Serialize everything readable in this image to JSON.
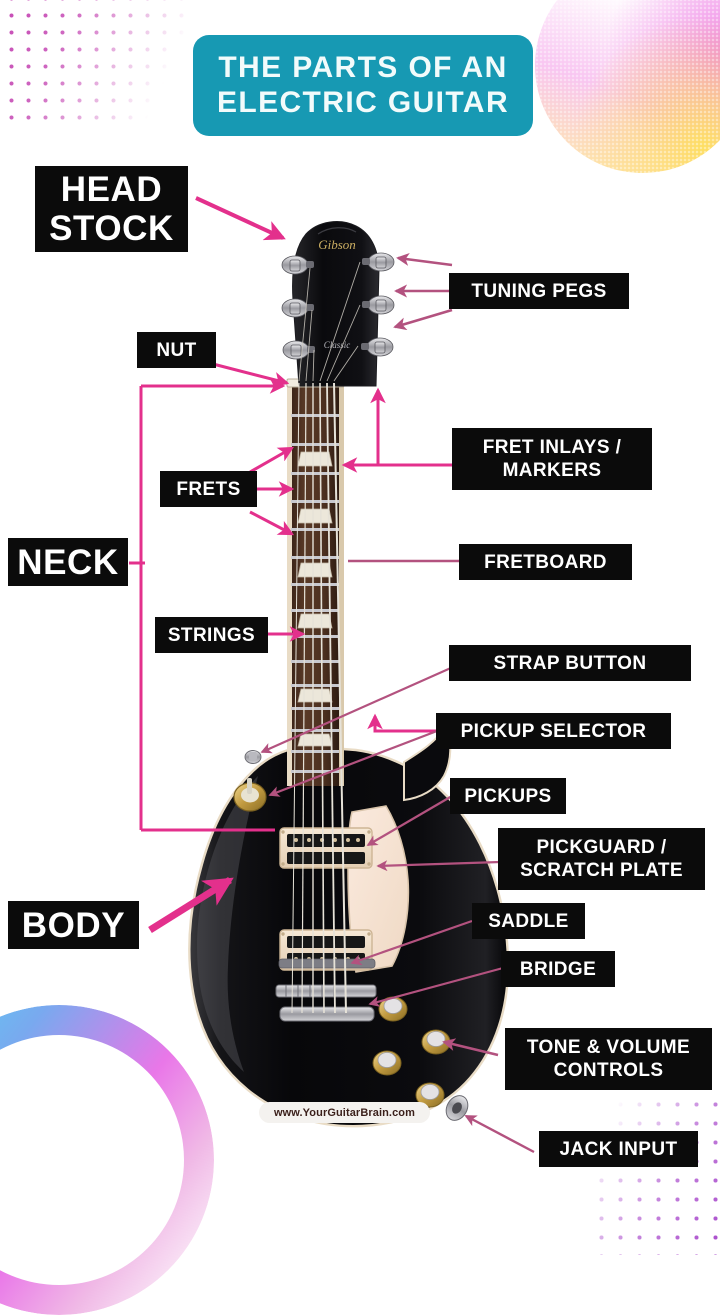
{
  "title": {
    "line1": "THE PARTS OF AN",
    "line2": "ELECTRiC GUiTAR"
  },
  "colors": {
    "title_box": "#1799b3",
    "chip_bg": "#0b0b0b",
    "chip_text": "#ffffff",
    "arrow_pink": "#e3308c",
    "arrow_mauve": "#b05a86",
    "bracket_pink": "#e3308c",
    "dots_magenta": "#c23fb0"
  },
  "labels": {
    "head_stock": {
      "line1": "HEAD",
      "line2": "STOCK"
    },
    "tuning_pegs": {
      "line1": "TUNING PEGS"
    },
    "nut": {
      "line1": "NUT"
    },
    "frets": {
      "line1": "FRETS"
    },
    "fret_inlays": {
      "line1": "FRET INLAYS /",
      "line2": "MARKERS"
    },
    "fretboard": {
      "line1": "FRETBOARD"
    },
    "neck": {
      "line1": "NECK"
    },
    "strings": {
      "line1": "STRINGS"
    },
    "strap_button": {
      "line1": "STRAP BUTTON"
    },
    "pickup_selector": {
      "line1": "PICKUP SELECTOR"
    },
    "pickups": {
      "line1": "PICKUPS"
    },
    "pickguard": {
      "line1": "PICKGUARD /",
      "line2": "SCRATCH PLATE"
    },
    "saddle": {
      "line1": "SADDLE"
    },
    "bridge": {
      "line1": "BRIDGE"
    },
    "body": {
      "line1": "BODY"
    },
    "tone_volume": {
      "line1": "TONE & VOLUME",
      "line2": "CONTROLS"
    },
    "jack_input": {
      "line1": "JACK INPUT"
    }
  },
  "watermark": {
    "text": "www.YourGuitarBrain.com"
  },
  "guitar": {
    "headstock_logo": "Gibson",
    "headstock_sub": "Classic",
    "model_style": "les-paul",
    "body_color": "#0d0d10",
    "pickguard_color": "#f6e2d2",
    "fretboard_color": "#4a3024",
    "hardware_color": "#c9a84c"
  }
}
